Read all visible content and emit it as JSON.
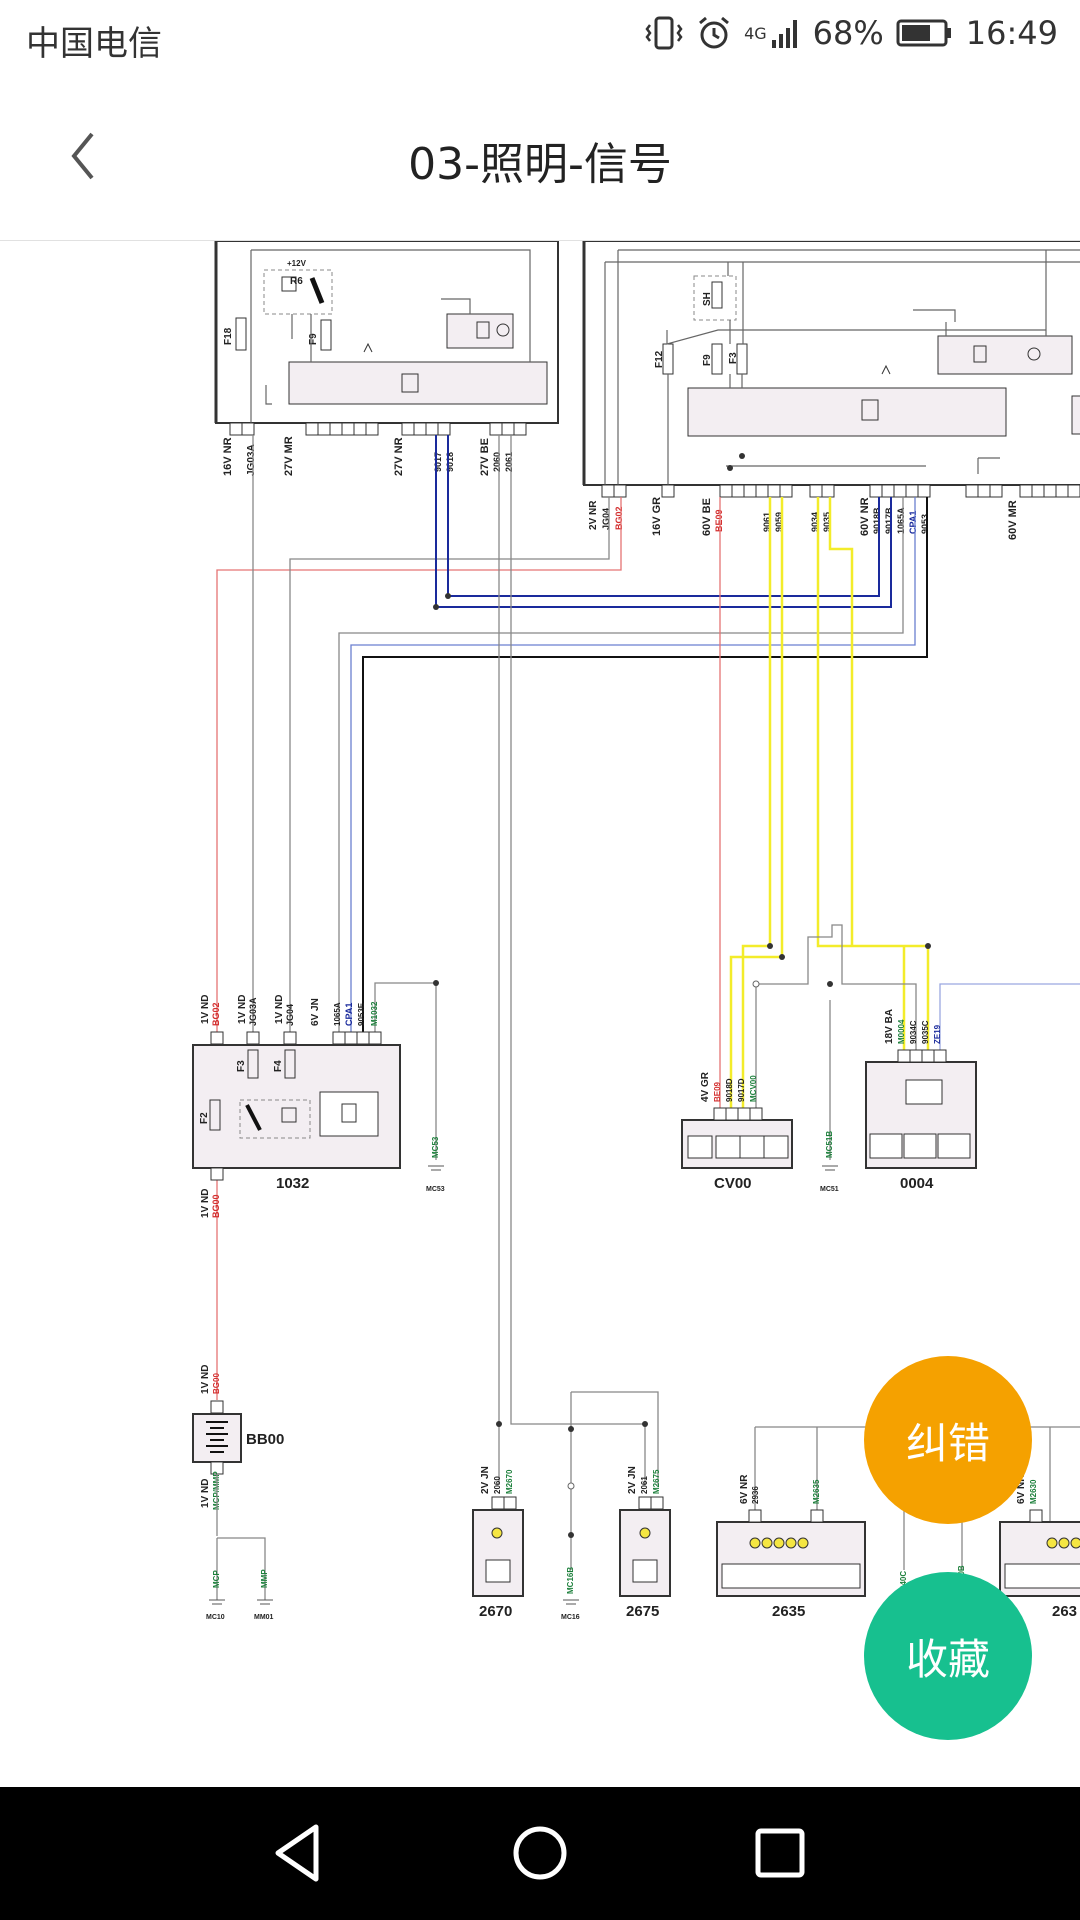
{
  "status": {
    "carrier": "中国电信",
    "network": "4G",
    "battery": "68%",
    "time": "16:49"
  },
  "header": {
    "title": "03-照明-信号"
  },
  "diagram": {
    "components": {
      "c1032": "1032",
      "bb00": "BB00",
      "cv00": "CV00",
      "c0004": "0004",
      "c2670": "2670",
      "c2675": "2675",
      "c2635": "2635",
      "c263x": "263"
    },
    "fuses": {
      "f18": "F18",
      "f9a": "F9",
      "r6": "R6",
      "plus12": "+12V",
      "f12": "F12",
      "f9b": "F9",
      "f3": "F3",
      "sh": "SH",
      "f2": "F2",
      "f3b": "F3",
      "f4": "F4"
    },
    "connectors": {
      "c16vnr": "16V NR",
      "c27vmr": "27V MR",
      "c27vnr": "27V NR",
      "c27vbe": "27V BE",
      "c2vnr": "2V NR",
      "c16vgr": "16V GR",
      "c60vbe": "60V BE",
      "c60vnr": "60V NR",
      "c60vmr": "60V MR",
      "c1vnd_a": "1V ND",
      "c1vnd_b": "1V ND",
      "c1vnd_c": "1V ND",
      "c6vjn": "6V JN",
      "c1vnd_d": "1V ND",
      "c1vnd_e": "1V ND",
      "c1vnd_f": "1V ND",
      "c4vgr": "4V GR",
      "c18vba": "18V BA",
      "c2vjn_a": "2V JN",
      "c2vjn_b": "2V JN",
      "c6vnr_a": "6V NR",
      "c6vnr_b": "6V NR"
    },
    "wires": {
      "jg03a": "JG03A",
      "w9017": "9017",
      "w9018": "9018",
      "w2060": "2060",
      "w2061": "2061",
      "jg04": "JG04",
      "bg02": "BG02",
      "be09": "BE09",
      "w9061": "9061",
      "w9059": "9059",
      "w9034": "9034",
      "w9035": "9035",
      "w9018b": "9018B",
      "w9017b": "9017B",
      "w1065a": "1065A",
      "cpa1": "CPA1",
      "w9053": "9053",
      "bg02b": "BG02",
      "jg03a_b": "JG03A",
      "jg04_b": "JG04",
      "w1065a_b": "1065A",
      "cpa1_b": "CPA1",
      "w9053e": "9053E",
      "m1032": "M1032",
      "mc53": "MC53",
      "mc53_gnd": "MC53",
      "bg00": "BG00",
      "be09b": "BE09",
      "w9018d": "9018D",
      "w9017d": "9017D",
      "mcv00": "MCV00",
      "mc51b": "MC51B",
      "mc51": "MC51",
      "m0004": "M0004",
      "w9034c": "9034C",
      "w9035c": "9035C",
      "ze19": "ZE19",
      "bg00b": "BG00",
      "mcpmmp": "MCP/MMP",
      "mcp": "MCP",
      "mmp": "MMP",
      "mc10": "MC10",
      "mm01": "MM01",
      "w2060b": "2060",
      "m2670": "M2670",
      "mc16b": "MC16B",
      "mc16": "MC16",
      "w2061b": "2061",
      "m2675": "M2675",
      "w2936": "2936",
      "m2635": "M2635",
      "mc40c": "MC40C",
      "w00b": "00B",
      "m2630": "M2630"
    }
  },
  "fab": {
    "correct": "纠错",
    "favorite": "收藏"
  },
  "colors": {
    "red_wire": "#e57373",
    "blue_wire": "#1a2a9c",
    "yellow_wire": "#f3ec2a",
    "gray_wire": "#888888",
    "black_wire": "#111111",
    "fab_orange": "#f5a100",
    "fab_green": "#17c08f"
  }
}
